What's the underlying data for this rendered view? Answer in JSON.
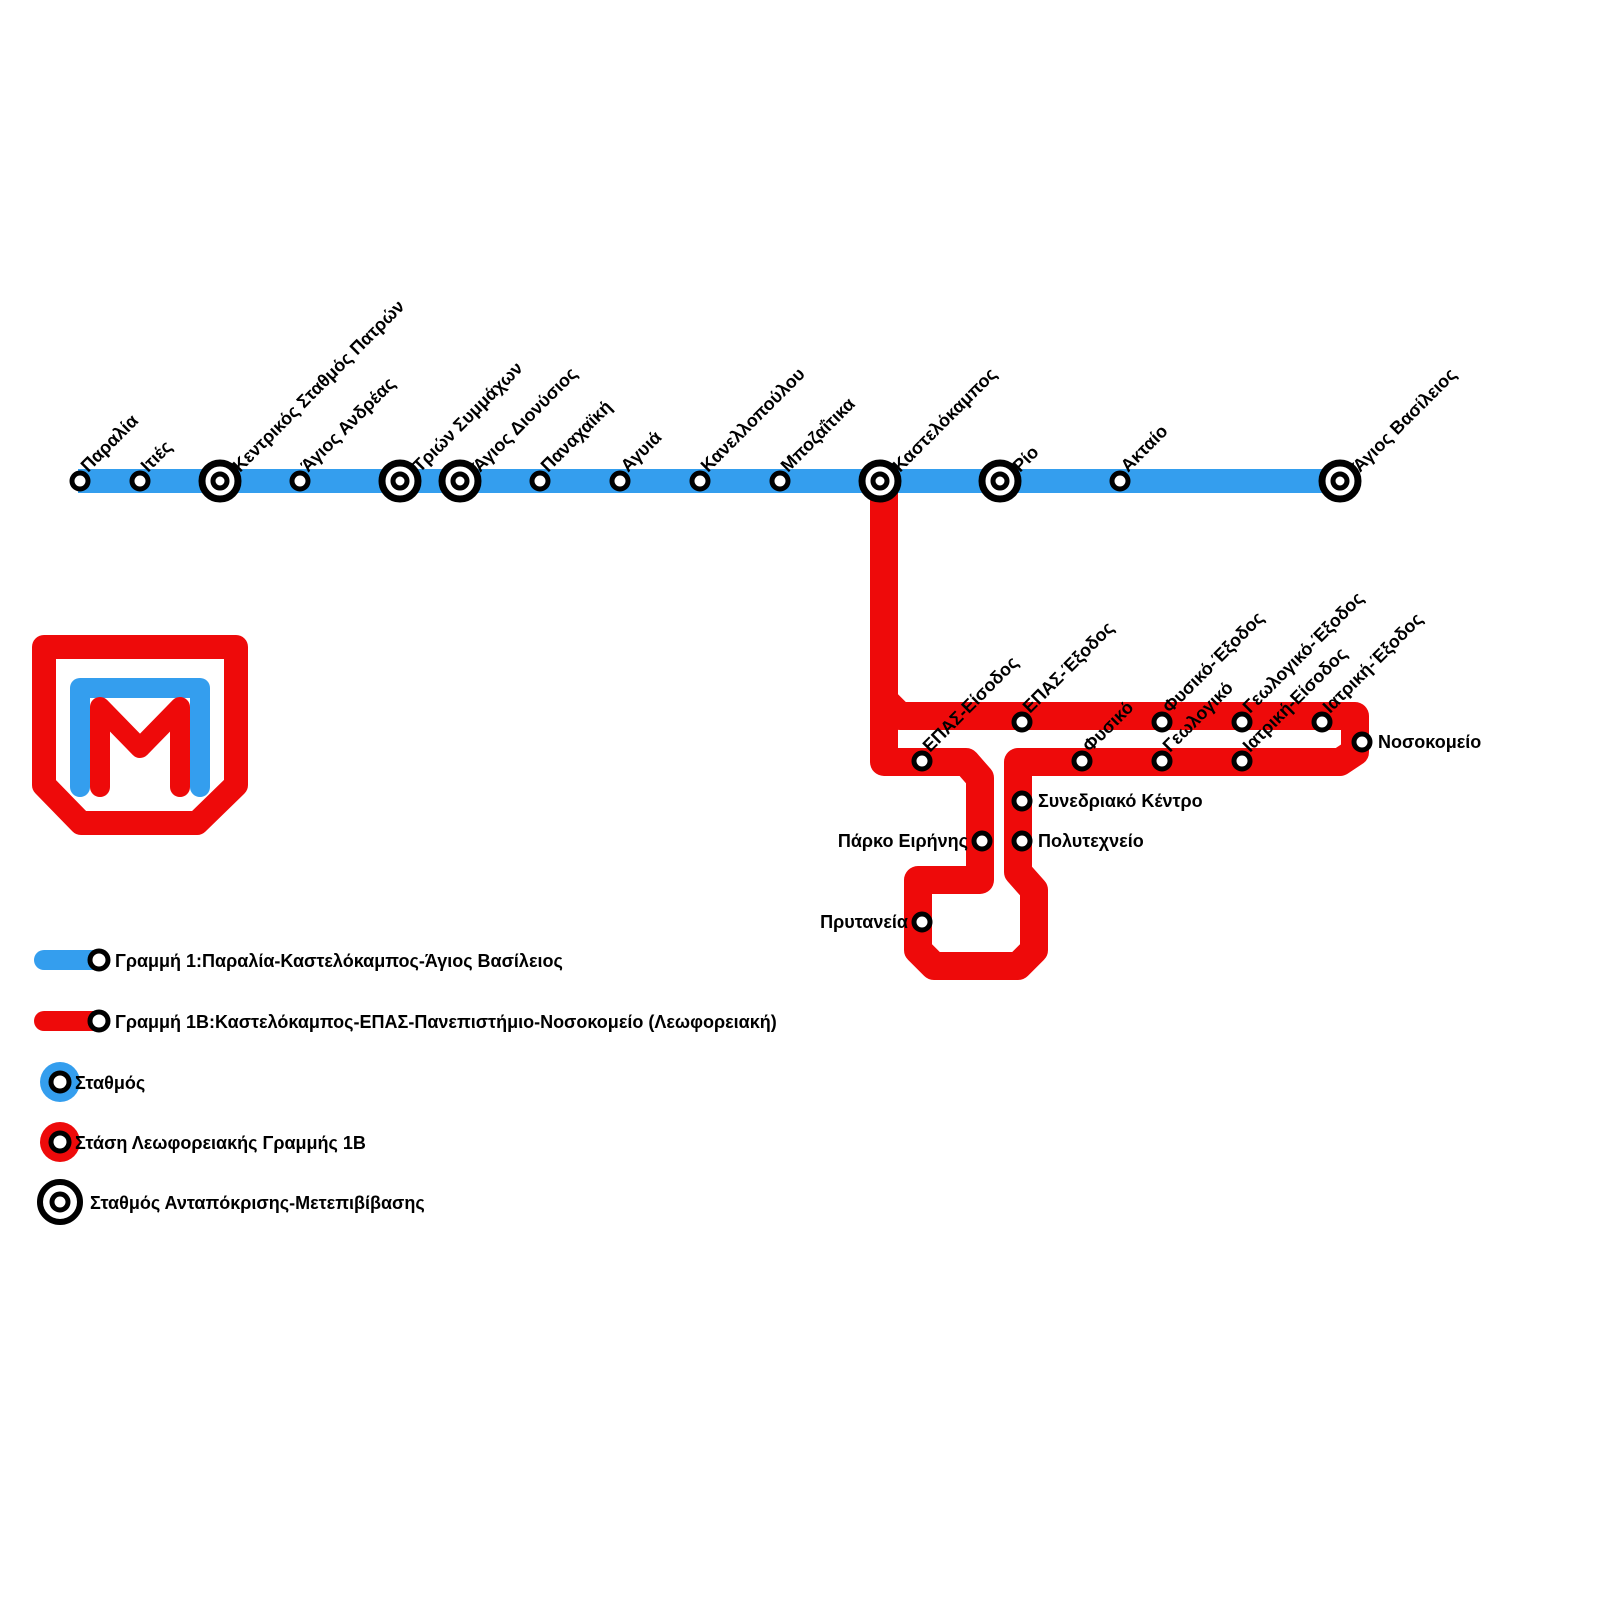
{
  "colors": {
    "line1": "#349EEE",
    "line1b": "#EE0A0A",
    "stop_ring": "#000000",
    "stop_fill": "#ffffff"
  },
  "line1": {
    "stations": [
      {
        "name": "Παραλία",
        "type": "station"
      },
      {
        "name": "Ιτιές",
        "type": "station"
      },
      {
        "name": "Κεντρικός Σταθμός Πατρών",
        "type": "interchange"
      },
      {
        "name": "Άγιος Ανδρέας",
        "type": "station"
      },
      {
        "name": "Τριών Συμμάχων",
        "type": "interchange"
      },
      {
        "name": "Άγιος Διονύσιος",
        "type": "interchange"
      },
      {
        "name": "Παναχαϊκή",
        "type": "station"
      },
      {
        "name": "Αγυιά",
        "type": "station"
      },
      {
        "name": "Κανελλοπούλου",
        "type": "station"
      },
      {
        "name": "Μποζαΐτικα",
        "type": "station"
      },
      {
        "name": "Καστελόκαμπος",
        "type": "interchange"
      },
      {
        "name": "Ρίο",
        "type": "interchange"
      },
      {
        "name": "Ακταίο",
        "type": "station"
      },
      {
        "name": "Άγιος Βασίλειος",
        "type": "interchange"
      }
    ]
  },
  "line1b": {
    "stops": [
      {
        "name": "ΕΠΑΣ-Είσοδος"
      },
      {
        "name": "ΕΠΑΣ-Έξοδος"
      },
      {
        "name": "Φυσικό"
      },
      {
        "name": "Φυσικό-Έξοδος"
      },
      {
        "name": "Γεωλογικό"
      },
      {
        "name": "Γεωλογικό-Έξοδος"
      },
      {
        "name": "Ιατρική-Είσοδος"
      },
      {
        "name": "Ιατρική-Έξοδος"
      },
      {
        "name": "Νοσοκομείο"
      },
      {
        "name": "Συνεδριακό Κέντρο"
      },
      {
        "name": "Πολυτεχνείο"
      },
      {
        "name": "Πάρκο Ειρήνης"
      },
      {
        "name": "Πρυτανεία"
      }
    ]
  },
  "legend": {
    "line1": "Γραμμή 1:Παραλία-Καστελόκαμπος-Άγιος Βασίλειος",
    "line1b": "Γραμμή 1Β:Καστελόκαμπος-ΕΠΑΣ-Πανεπιστήμιο-Νοσοκομείο (Λεωφορειακή)",
    "station": "Σταθμός",
    "bus_stop": "Στάση Λεωφορειακής Γραμμής 1Β",
    "interchange": "Σταθμός Ανταπόκρισης-Μετεπιβίβασης"
  },
  "logo": {
    "icon": "metro-m-logo"
  }
}
